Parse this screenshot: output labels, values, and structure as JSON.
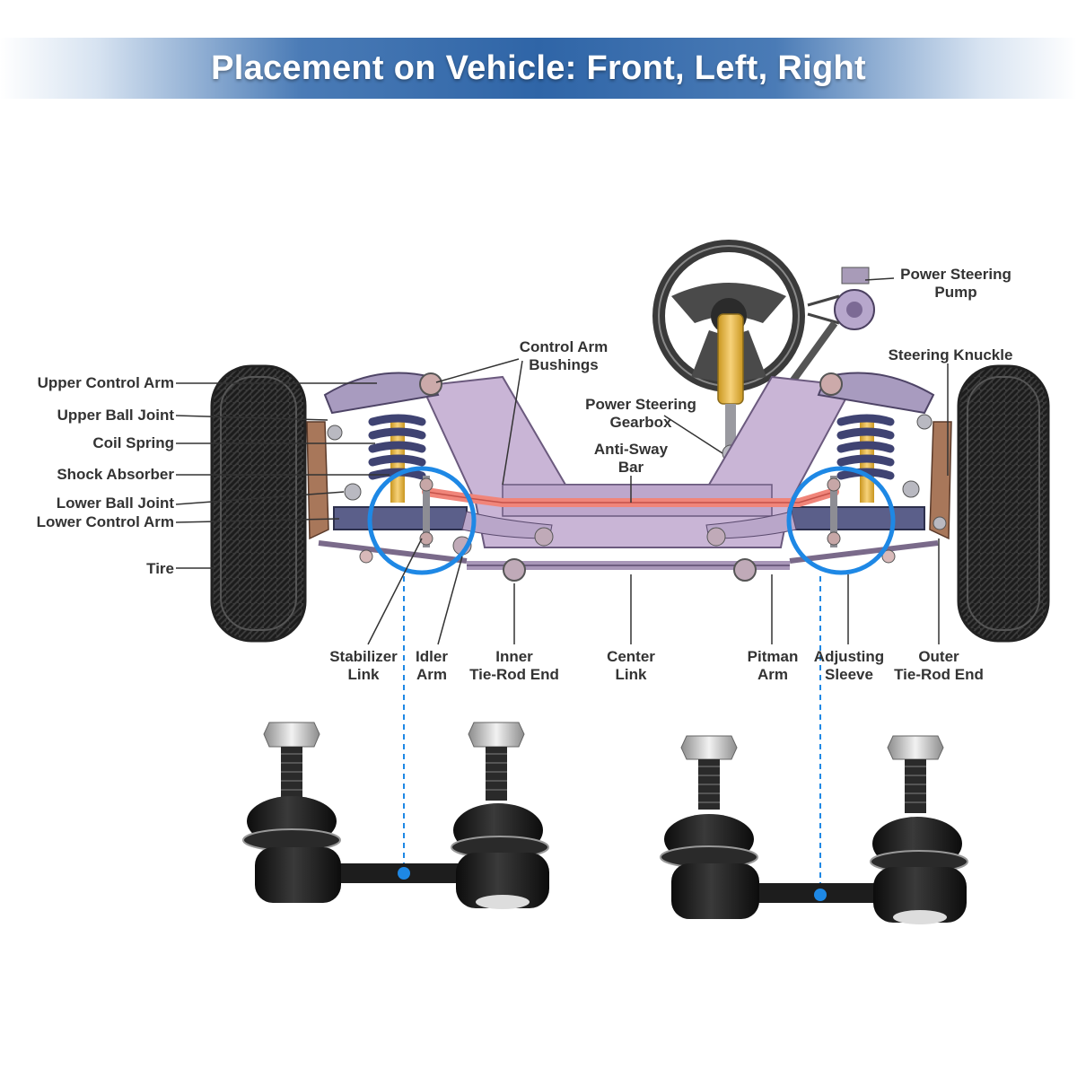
{
  "title": "Placement on Vehicle: Front, Left, Right",
  "labels": {
    "upper_control_arm": "Upper Control Arm",
    "upper_ball_joint": "Upper Ball Joint",
    "coil_spring": "Coil Spring",
    "shock_absorber": "Shock Absorber",
    "lower_ball_joint": "Lower Ball Joint",
    "lower_control_arm": "Lower Control Arm",
    "tire": "Tire",
    "control_arm_bushings_1": "Control Arm",
    "control_arm_bushings_2": "Bushings",
    "power_steering_gearbox_1": "Power Steering",
    "power_steering_gearbox_2": "Gearbox",
    "anti_sway_bar_1": "Anti-Sway",
    "anti_sway_bar_2": "Bar",
    "power_steering_pump_1": "Power Steering",
    "power_steering_pump_2": "Pump",
    "steering_knuckle": "Steering Knuckle",
    "stabilizer_link_1": "Stabilizer",
    "stabilizer_link_2": "Link",
    "idler_arm_1": "Idler",
    "idler_arm_2": "Arm",
    "inner_tie_rod_end_1": "Inner",
    "inner_tie_rod_end_2": "Tie-Rod End",
    "center_link_1": "Center",
    "center_link_2": "Link",
    "pitman_arm_1": "Pitman",
    "pitman_arm_2": "Arm",
    "adjusting_sleeve_1": "Adjusting",
    "adjusting_sleeve_2": "Sleeve",
    "outer_tie_rod_end_1": "Outer",
    "outer_tie_rod_end_2": "Tie-Rod End"
  },
  "colors": {
    "banner": "#2f65a7",
    "highlight_circle": "#1e88e5",
    "frame": "#c9b5d6",
    "sway_bar": "#f0857a",
    "spring": "#4a4e7a",
    "shock": "#f2c14e",
    "tire": "#3a3a3a",
    "link_body": "#1b1b1b"
  }
}
